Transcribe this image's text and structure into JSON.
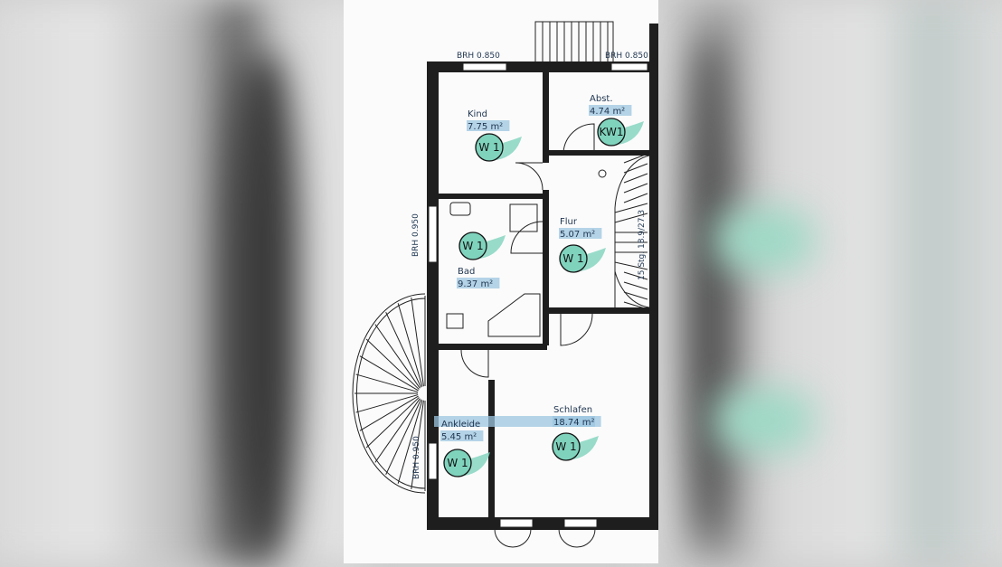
{
  "plan": {
    "rooms": [
      {
        "name": "Kind",
        "area": "7.75 m²",
        "tag": "W 1"
      },
      {
        "name": "Abst.",
        "area": "4.74 m²",
        "tag": "KW1"
      },
      {
        "name": "Flur",
        "area": "5.07 m²",
        "tag": "W 1"
      },
      {
        "name": "Bad",
        "area": "9.37 m²",
        "tag": "W 1"
      },
      {
        "name": "Schlafen",
        "area": "18.74 m²",
        "tag": "W 1"
      },
      {
        "name": "Ankleide",
        "area": "5.45 m²",
        "tag": "W 1"
      }
    ],
    "window_heights": {
      "top_left": "BRH 0.850",
      "top_right": "BRH 0.850",
      "left_upper": "BRH 0.950",
      "left_lower": "BRH 0.950"
    },
    "stair_label": "15 Stg. 18.9/27.3",
    "colors": {
      "wall": "#1e1e1e",
      "tag_fill": "#7fd3bd",
      "highlight": "#9cc6e0",
      "text": "#1f3550"
    }
  }
}
